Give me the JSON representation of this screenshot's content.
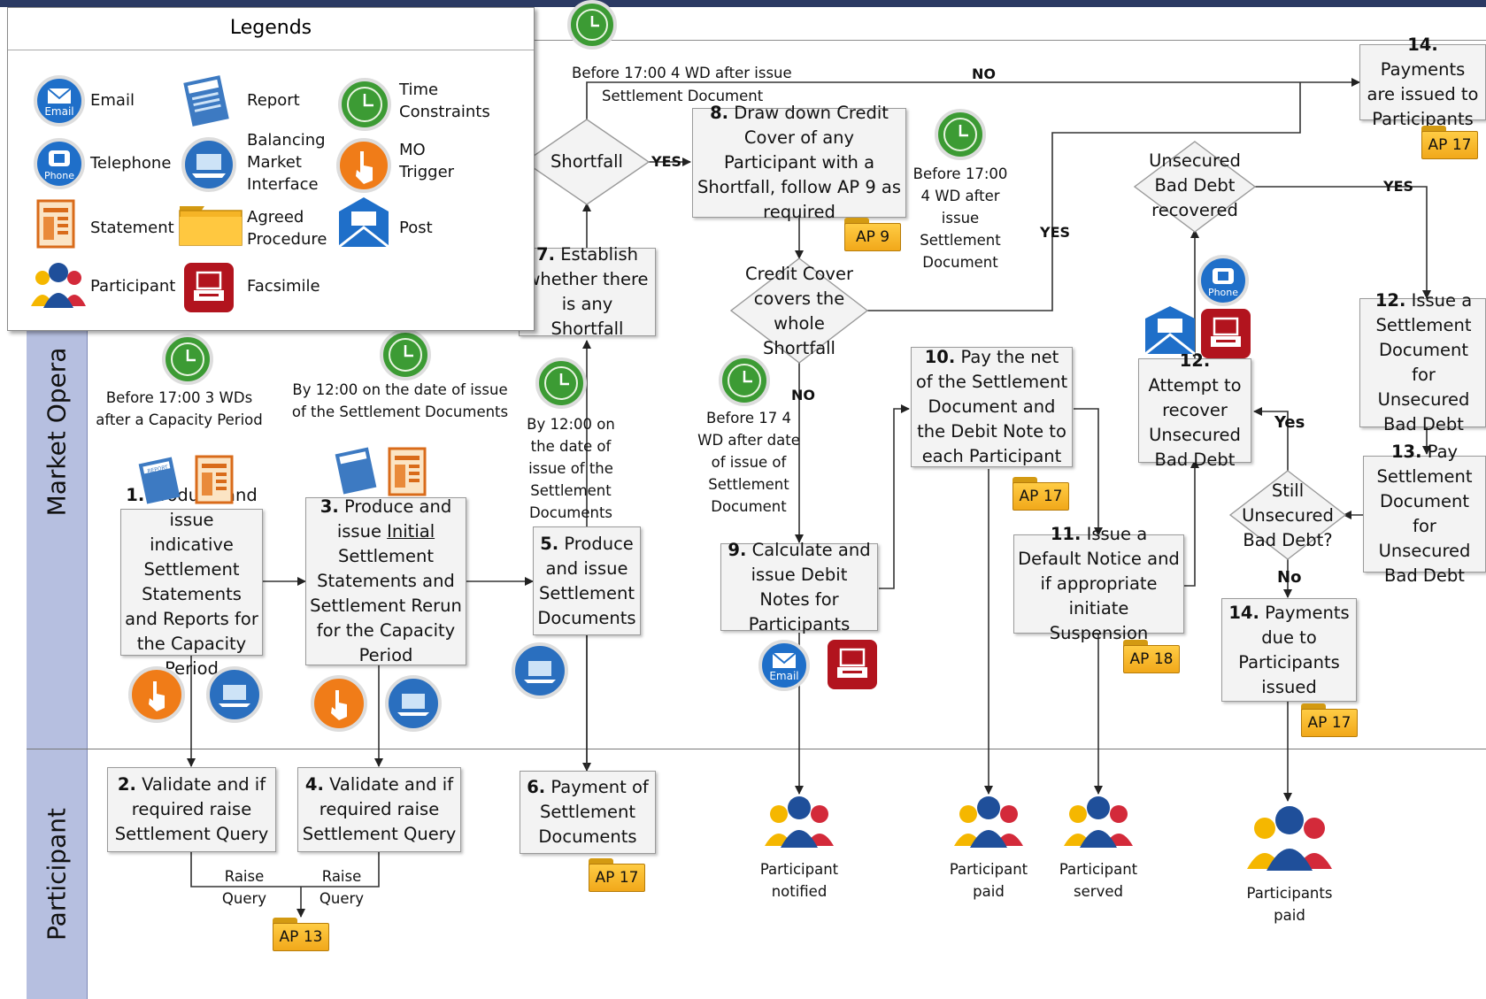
{
  "lanes": {
    "market": "Market Opera",
    "participant": "Participant"
  },
  "legend": {
    "title": "Legends",
    "email": "Email",
    "report": "Report",
    "time": "Time\nConstraints",
    "telephone": "Telephone",
    "bmi": "Balancing\nMarket\nInterface",
    "mo_trigger": "MO\nTrigger",
    "statement": "Statement",
    "agreed": "Agreed\nProcedure",
    "post": "Post",
    "participant": "Participant",
    "facsimile": "Facsimile"
  },
  "icon_text": {
    "email": "Email",
    "phone": "Phone",
    "report": "REPORT"
  },
  "steps": {
    "s1_num": "1.",
    "s1": "Produce and issue indicative Settlement Statements and Reports for the Capacity Period",
    "s2_num": "2.",
    "s2": "Validate and if required raise Settlement Query",
    "s3_num": "3.",
    "s3a": "Produce and issue ",
    "s3u": "Initial",
    "s3b": " Settlement Statements and Settlement Rerun for the Capacity Period",
    "s4_num": "4.",
    "s4": "Validate and if required raise Settlement Query",
    "s5_num": "5.",
    "s5": "Produce and issue Settlement Documents",
    "s6_num": "6.",
    "s6": "Payment of Settlement Documents",
    "s7_num": "7.",
    "s7": "Establish whether there is any Shortfall",
    "s8_num": "8.",
    "s8": "Draw down Credit Cover of any Participant with a Shortfall, follow AP 9 as required",
    "s9_num": "9.",
    "s9": "Calculate and issue Debit Notes for Participants",
    "s10_num": "10.",
    "s10": "Pay the net of the Settlement Document and the Debit Note to each Participant",
    "s11_num": "11.",
    "s11": "Issue a Default Notice and if appropriate initiate Suspension",
    "s12a_num": "12.",
    "s12a": "Attempt to recover Unsecured Bad Debt",
    "s12b_num": "12.",
    "s12b": "Issue a Settlement Document for Unsecured Bad Debt",
    "s13_num": "13.",
    "s13": "Pay Settlement Document for Unsecured Bad Debt",
    "s14a_num": "14.",
    "s14a": "Payments are issued to Participants",
    "s14b_num": "14.",
    "s14b": "Payments due to Participants issued"
  },
  "decisions": {
    "shortfall": "Shortfall",
    "credit_cover": "Credit Cover covers the whole Shortfall",
    "bad_debt_recovered": "Unsecured Bad Debt recovered",
    "still_unsecured": "Still Unsecured Bad Debt?"
  },
  "time_labels": {
    "t1": "Before 17:00 3 WDs after a Capacity Period",
    "t2": "By 12:00 on the date of issue of the Settlement Documents",
    "t3": "By 12:00 on the date of issue of the Settlement Documents",
    "t4": "Before 17:00 4 WD after issue",
    "t4b": "Settlement Document",
    "t5": "Before 17:00 4 WD after issue Settlement Document",
    "t6": "Before 17 4 WD after date of issue of Settlement Document"
  },
  "flow_labels": {
    "yes1": "YES",
    "no1": "NO",
    "yes2": "YES",
    "no2": "NO",
    "yes3": "YES",
    "yes4": "Yes",
    "no4": "No",
    "raise1": "Raise\nQuery",
    "raise2": "Raise\nQuery"
  },
  "ap": {
    "ap9": "AP 9",
    "ap17a": "AP 17",
    "ap17b": "AP 17",
    "ap17c": "AP 17",
    "ap17d": "AP 17",
    "ap18": "AP 18",
    "ap13": "AP 13"
  },
  "participants": {
    "notified": "Participant\nnotified",
    "paid": "Participant\npaid",
    "served": "Participant\nserved",
    "paid_all": "Participants\npaid"
  }
}
